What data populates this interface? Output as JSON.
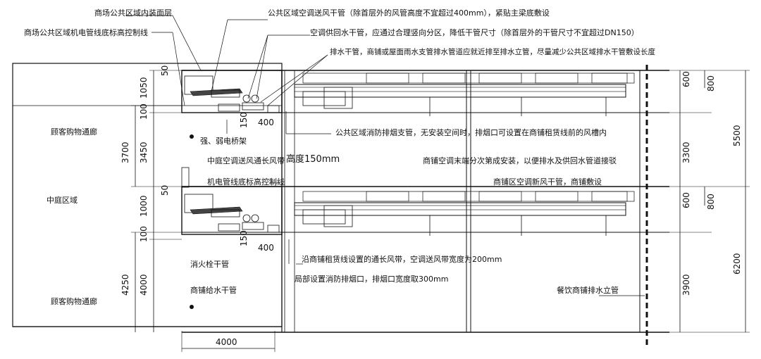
{
  "labels": {
    "floor_finish": "商场公共区域内装面层",
    "mep_limit_top": "商场公共区域机电管线底标高控制线",
    "ac_supply_duct": "公共区域空调送风干管（除首层外的风管高度不宜超过400mm），紧贴主梁底敷设",
    "ac_water_pipe": "空调供回水干管，应通过合理竖向分区，降低干管尺寸（除首层外的干管尺寸不宜超过DN150）",
    "drain_pipe": "排水干管，商铺或屋面雨水支管排水管道应就近排至排水立管，尽量减少公共区域排水干管敷设长度",
    "cable_tray": "强、弱电桥架",
    "smoke_exhaust": "公共区域消防排烟支管，无安装空间时，排烟口可设置在商铺租赁线前的风槽内",
    "atrium_duct": "中庭空调送风通长风带",
    "atrium_duct_height": "高度150mm",
    "mep_limit_mid": "机电管线底标高控制线",
    "shop_ac_end": "商铺空调末端分次第成安装，以便排水及供回水管道接驳",
    "shop_fresh_air": "商铺区空调新风干管，商铺敷设",
    "corridor_top": "顾客购物通廊",
    "atrium_area": "中庭区域",
    "corridor_bottom": "顾客购物通廊",
    "fire_hydrant": "消火栓干管",
    "shop_water": "商铺给水干管",
    "shop_lease_duct": "沿商铺租赁线设置的通长风带，空调送风带宽度为200mm",
    "local_exhaust": "局部设置消防排烟口，排烟口宽度取300mm",
    "restaurant_drain": "餐饮商铺排水立管"
  },
  "dimensions": {
    "d1050": "1050",
    "d50_top": "50",
    "d100_top": "100",
    "d3450": "3450",
    "d3700": "3700",
    "d50_mid": "50",
    "d1000": "1000",
    "d100_bot": "100",
    "d4000_v": "4000",
    "d4250": "4250",
    "d150_a": "150",
    "d150_b": "150",
    "d400_a": "400",
    "d400_b": "400",
    "d4000_h": "4000",
    "d600_top": "600",
    "d800_top": "800",
    "d600_mid": "600",
    "d800_mid": "800",
    "d3300": "3300",
    "d3900": "3900",
    "d5500": "5500",
    "d6200": "6200"
  }
}
